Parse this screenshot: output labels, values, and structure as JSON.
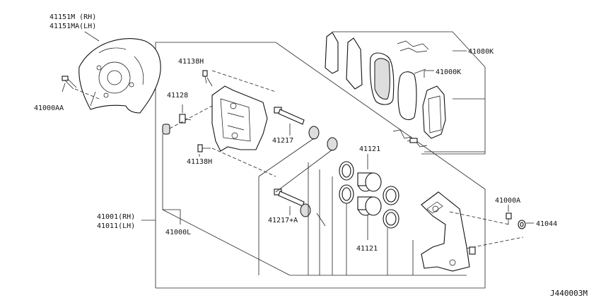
{
  "diagram_code": "J440003M",
  "labels": {
    "p41151m": "41151M (RH)",
    "p41151ma": "41151MA(LH)",
    "p41000aa": "41000AA",
    "p41138h_top": "41138H",
    "p41128": "41128",
    "p41138h_bot": "41138H",
    "p41217": "41217",
    "p41217a": "41217+A",
    "p41121_top": "41121",
    "p41121_bot": "41121",
    "p41080k": "41080K",
    "p41000k": "41000K",
    "p41001": "41001(RH)",
    "p41011": "41011(LH)",
    "p41000l": "41000L",
    "p41000a": "41000A",
    "p41044": "41044"
  }
}
